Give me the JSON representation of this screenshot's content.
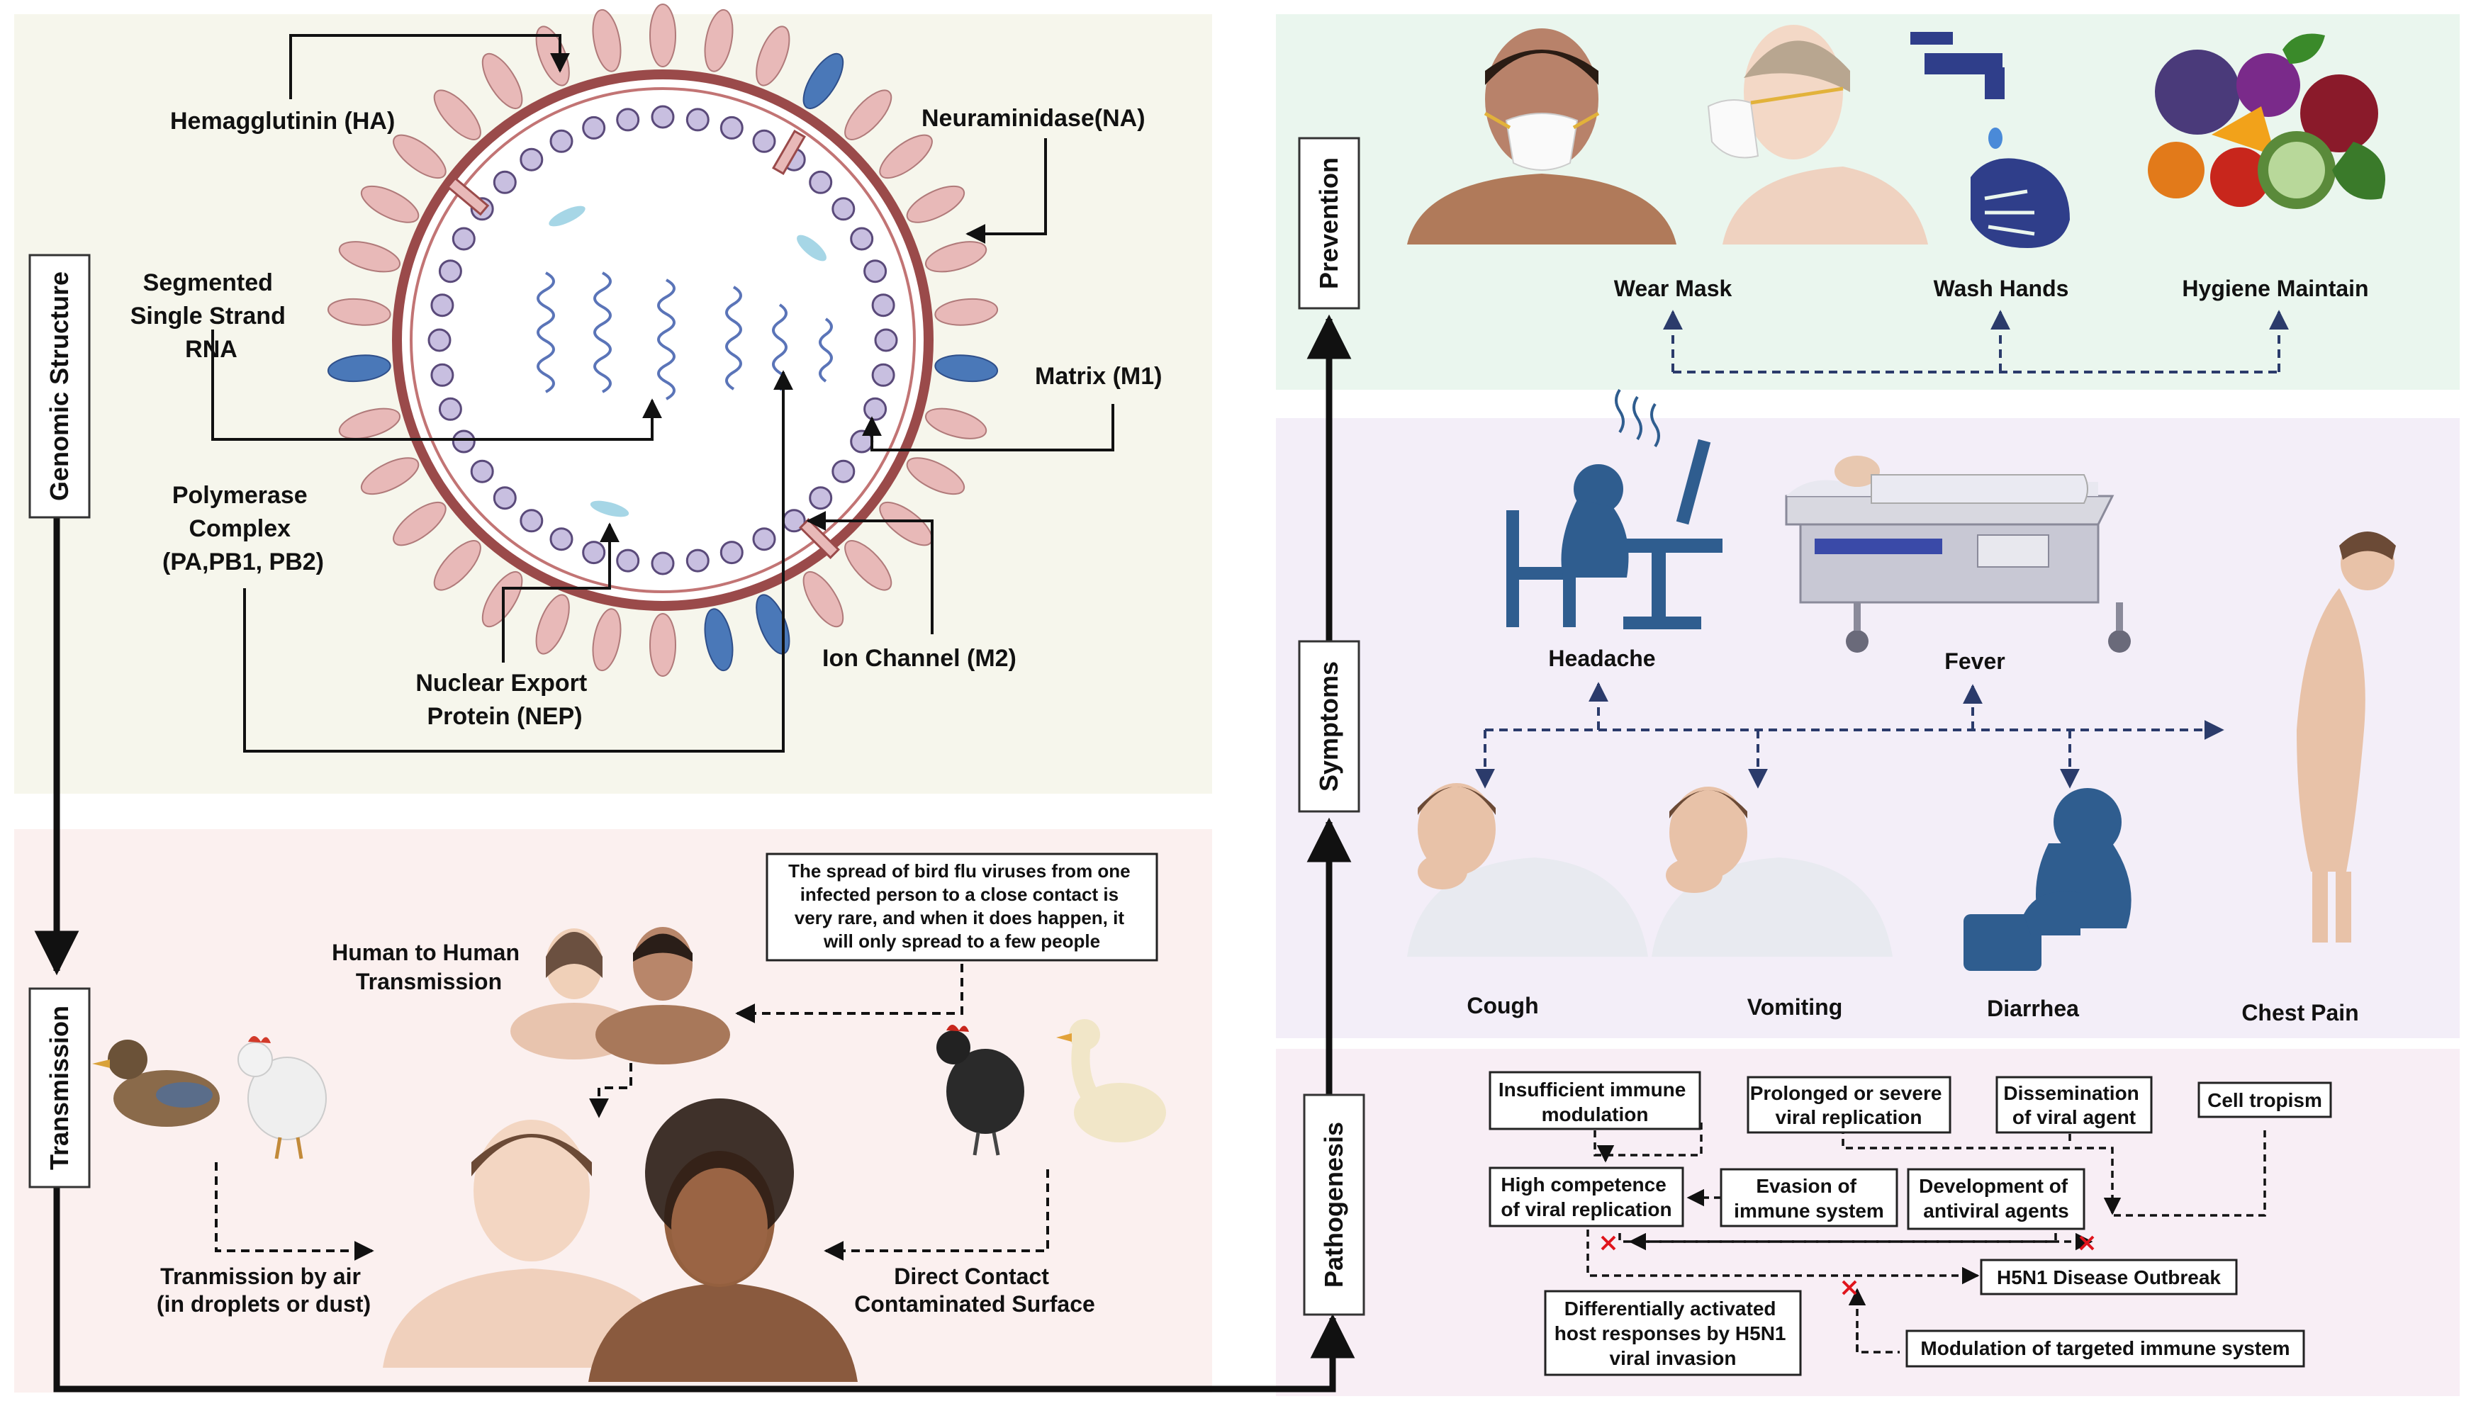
{
  "sections": {
    "genomic": "Genomic Structure",
    "transmission": "Transmission",
    "pathogenesis": "Pathogenesis",
    "symptoms": "Symptoms",
    "prevention": "Prevention"
  },
  "virus": {
    "ha": "Hemagglutinin (HA)",
    "na": "Neuraminidase(NA)",
    "rna": [
      "Segmented",
      "Single Strand",
      "RNA"
    ],
    "m1": "Matrix (M1)",
    "polymerase": [
      "Polymerase",
      "Complex",
      "(PA,PB1, PB2)"
    ],
    "m2": "Ion Channel (M2)",
    "nep": [
      "Nuclear Export",
      "Protein (NEP)"
    ]
  },
  "transmission": {
    "note": [
      "The spread of bird flu viruses from one",
      "infected person to a close contact is",
      "very rare, and when it does happen, it",
      "will only spread to a few people"
    ],
    "human": [
      "Human to Human",
      "Transmission"
    ],
    "air": [
      "Tranmission by air",
      "(in droplets or dust)"
    ],
    "contact": [
      "Direct Contact",
      "Contaminated Surface"
    ]
  },
  "prevention": {
    "mask": "Wear Mask",
    "wash": "Wash Hands",
    "hygiene": "Hygiene Maintain"
  },
  "symptoms": {
    "headache": "Headache",
    "fever": "Fever",
    "cough": "Cough",
    "vomiting": "Vomiting",
    "diarrhea": "Diarrhea",
    "chest": "Chest Pain"
  },
  "pathogenesis": {
    "insufficient": [
      "Insufficient immune",
      "modulation"
    ],
    "prolonged": [
      "Prolonged or severe",
      "viral replication"
    ],
    "dissemination": [
      "Dissemination",
      "of viral agent"
    ],
    "tropism": "Cell tropism",
    "competence": [
      "High competence",
      "of viral replication"
    ],
    "evasion": [
      "Evasion of",
      "immune system"
    ],
    "development": [
      "Development of",
      "antiviral agents"
    ],
    "outbreak": "H5N1 Disease Outbreak",
    "differential": [
      "Differentially activated",
      "host responses by H5N1",
      "viral invasion"
    ],
    "modulation": "Modulation of targeted immune system"
  },
  "colors": {
    "genomic_bg": "#f6f6ec",
    "transmission_bg": "#fbf0ef",
    "prevention_bg": "#eaf6ee",
    "symptoms_bg": "#f3eef8",
    "pathogenesis_bg": "#f8eef5",
    "spike_pink": "#e8b9b8",
    "spike_blue": "#4a78b8",
    "membrane": "#9a4a4a",
    "icon_blue": "#2f5d8f",
    "arrow_dash": "#2b3b6b"
  }
}
